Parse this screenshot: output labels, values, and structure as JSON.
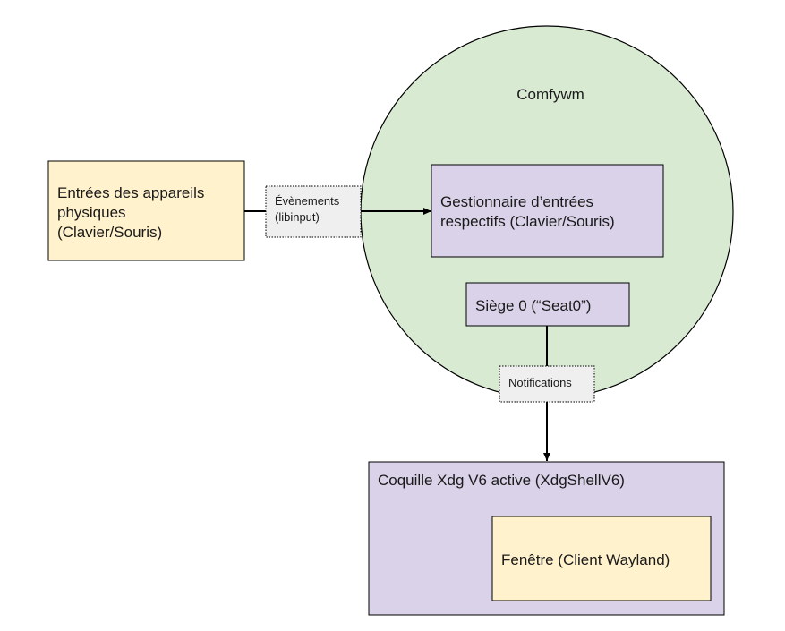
{
  "colors": {
    "circle_fill": "#d9ead3",
    "input_fill": "#fff2cc",
    "process_fill": "#d9d2e9",
    "label_fill": "#efefef",
    "stroke": "#000000"
  },
  "circle": {
    "title": "Comfywm"
  },
  "input_box": {
    "lines": [
      "Entrées des appareils",
      "physiques",
      "(Clavier/Souris)"
    ]
  },
  "events_label": {
    "lines": [
      "Évènements",
      "(libinput)"
    ]
  },
  "handler_box": {
    "lines": [
      "Gestionnaire d’entrées",
      "respectifs (Clavier/Souris)"
    ]
  },
  "seat_box": {
    "text": "Siège 0 (“Seat0”)"
  },
  "notifications_label": {
    "text": "Notifications"
  },
  "shell_box": {
    "text": "Coquille Xdg V6 active (XdgShellV6)"
  },
  "window_box": {
    "text": "Fenêtre (Client Wayland)"
  }
}
